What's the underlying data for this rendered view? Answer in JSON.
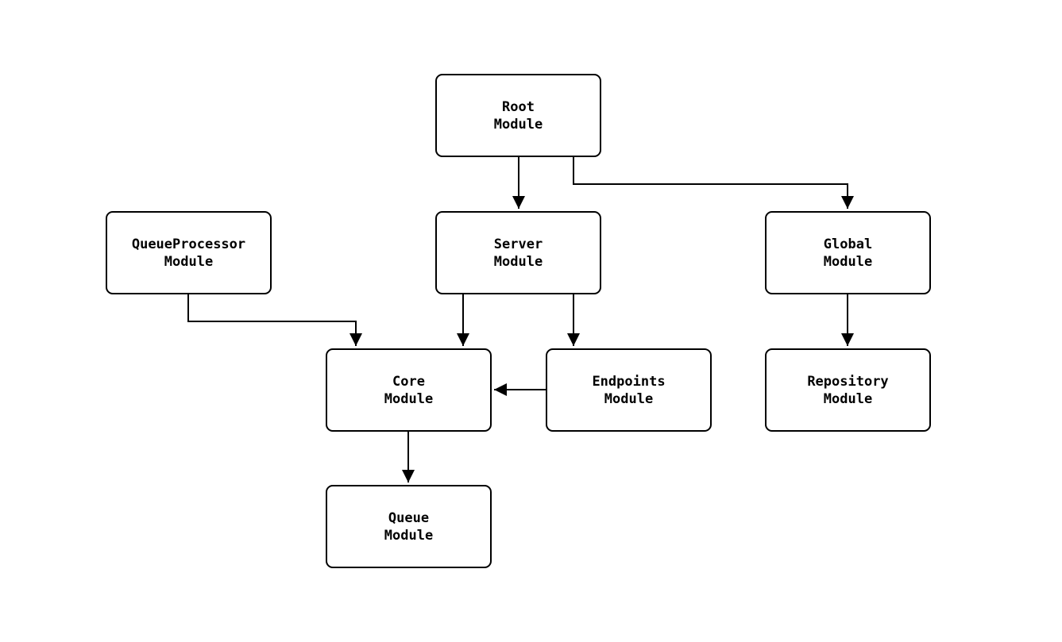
{
  "diagram": {
    "type": "module-dependency-flowchart",
    "colors": {
      "stroke": "#000000",
      "node_fill": "#ffffff",
      "background": "#ffffff"
    },
    "nodes": [
      {
        "id": "root-module",
        "line1": "Root",
        "line2": "Module"
      },
      {
        "id": "queueprocessor-module",
        "line1": "QueueProcessor",
        "line2": "Module"
      },
      {
        "id": "server-module",
        "line1": "Server",
        "line2": "Module"
      },
      {
        "id": "global-module",
        "line1": "Global",
        "line2": "Module"
      },
      {
        "id": "core-module",
        "line1": "Core",
        "line2": "Module"
      },
      {
        "id": "endpoints-module",
        "line1": "Endpoints",
        "line2": "Module"
      },
      {
        "id": "repository-module",
        "line1": "Repository",
        "line2": "Module"
      },
      {
        "id": "queue-module",
        "line1": "Queue",
        "line2": "Module"
      }
    ],
    "edges": [
      {
        "from": "root-module",
        "to": "server-module"
      },
      {
        "from": "root-module",
        "to": "global-module"
      },
      {
        "from": "queueprocessor-module",
        "to": "core-module"
      },
      {
        "from": "server-module",
        "to": "core-module"
      },
      {
        "from": "server-module",
        "to": "endpoints-module"
      },
      {
        "from": "endpoints-module",
        "to": "core-module"
      },
      {
        "from": "global-module",
        "to": "repository-module"
      },
      {
        "from": "core-module",
        "to": "queue-module"
      }
    ]
  }
}
